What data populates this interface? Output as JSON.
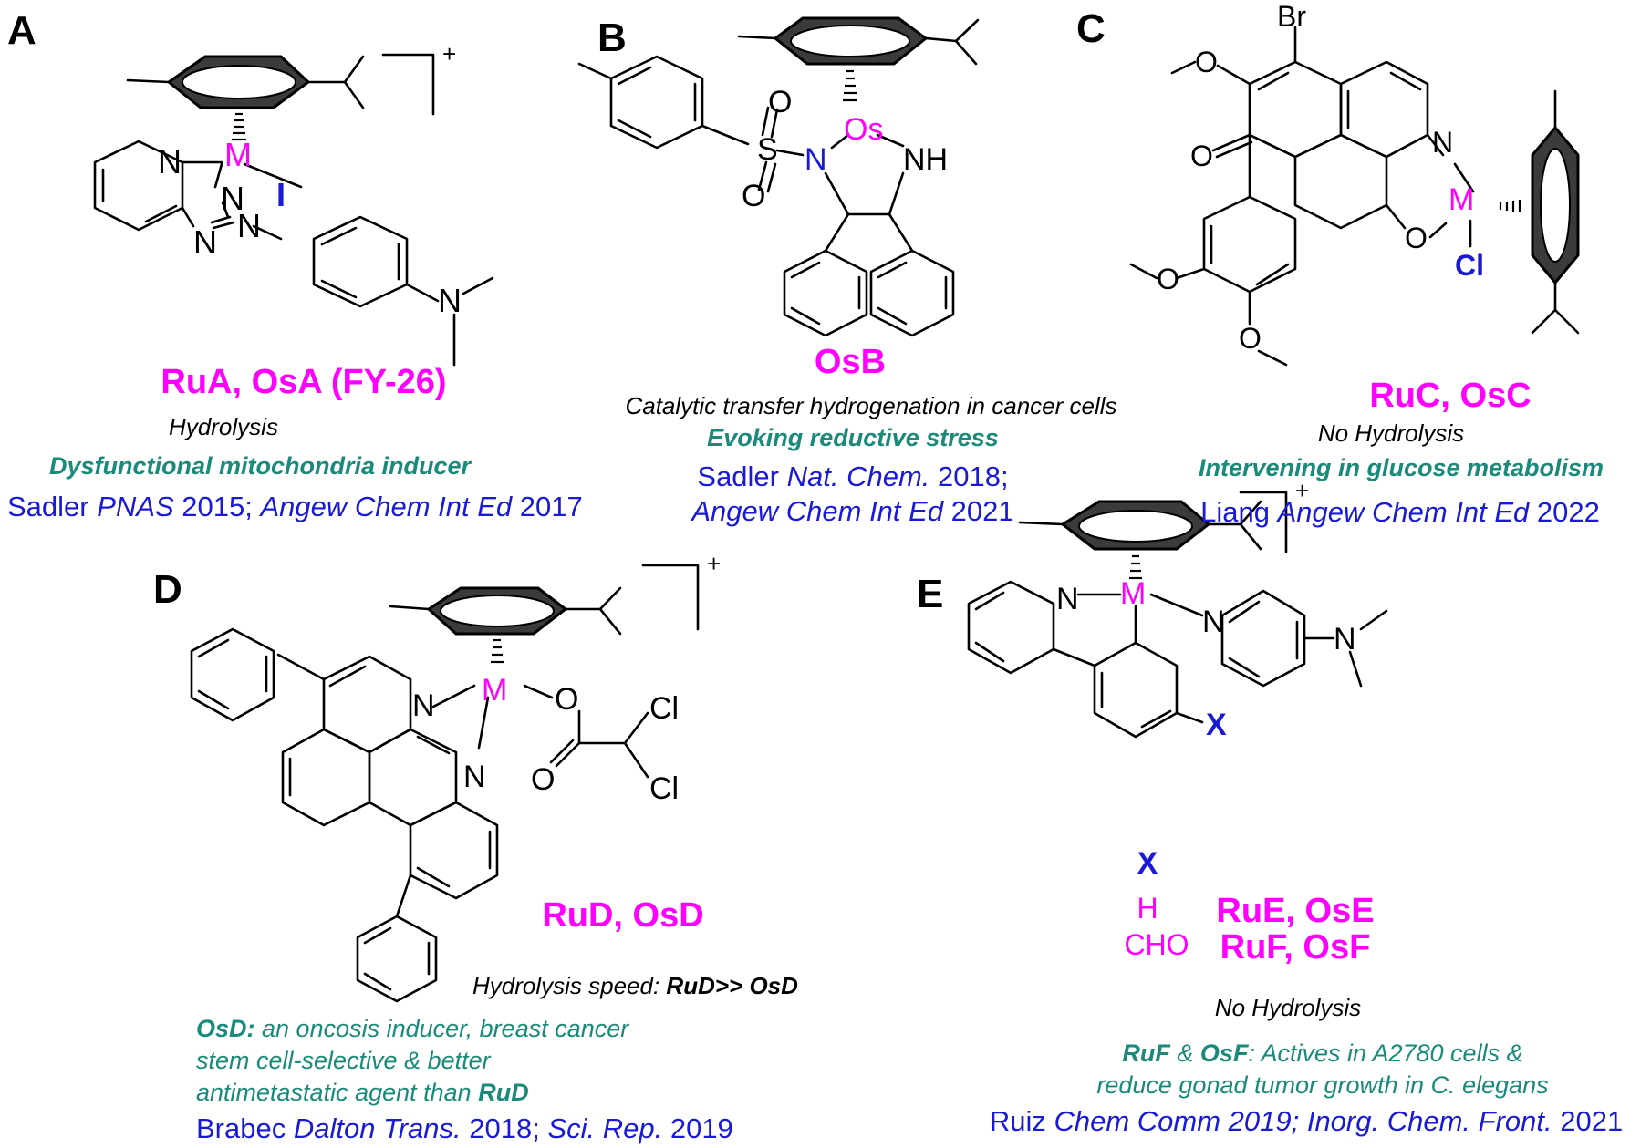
{
  "panels": {
    "A": {
      "letter": "A",
      "charge": "+",
      "name": "RuA, OsA (FY-26)",
      "note": "Hydrolysis",
      "mechanism": "Dysfunctional mitochondria inducer",
      "ref": {
        "p1": "Sadler ",
        "p2": "PNAS",
        "p3": " 2015; ",
        "p4": "Angew Chem Int Ed",
        "p5": " 2017"
      },
      "atoms": {
        "metal": "M",
        "iodide": "I",
        "n1": "N",
        "n2": "N",
        "n3": "N",
        "n4": "N",
        "n5": "N"
      }
    },
    "B": {
      "letter": "B",
      "name": "OsB",
      "note": "Catalytic transfer hydrogenation in cancer cells",
      "mechanism": "Evoking reductive stress",
      "ref_line1": {
        "p1": "Sadler ",
        "p2": "Nat. Chem.",
        "p3": " 2018;"
      },
      "ref_line2": {
        "p1": "Angew Chem Int Ed",
        "p2": " 2021"
      },
      "atoms": {
        "metal": "Os",
        "s": "S",
        "o1": "O",
        "o2": "O",
        "n": "N",
        "nh": "NH"
      }
    },
    "C": {
      "letter": "C",
      "name": "RuC, OsC",
      "note": "No Hydrolysis",
      "mechanism": "Intervening in glucose metabolism",
      "ref": {
        "p1": "Liang ",
        "p2": "Angew Chem Int Ed",
        "p3": " 2022"
      },
      "atoms": {
        "metal": "M",
        "br": "Br",
        "cl": "Cl",
        "n": "N",
        "o_bridge": "O",
        "o_keto": "O",
        "o_me1": "O",
        "o_me2": "O",
        "o_me3": "O"
      }
    },
    "D": {
      "letter": "D",
      "charge": "+",
      "name": "RuD, OsD",
      "note": {
        "p1": "Hydrolysis speed: ",
        "p2": "RuD>> OsD"
      },
      "mechanism_l1": {
        "p1": "OsD:",
        "p2": " an oncosis inducer, breast cancer"
      },
      "mechanism_l2": "stem cell-selective & better",
      "mechanism_l3": {
        "p1": "antimetastatic agent than ",
        "p2": "RuD"
      },
      "ref": {
        "p1": "Brabec ",
        "p2": "Dalton Trans.",
        "p3": " 2018; ",
        "p4": "Sci. Rep.",
        "p5": " 2019"
      },
      "atoms": {
        "metal": "M",
        "n1": "N",
        "n2": "N",
        "o1": "O",
        "o2": "O",
        "cl1": "Cl",
        "cl2": "Cl"
      }
    },
    "E": {
      "letter": "E",
      "charge": "+",
      "x_header": "X",
      "x_values": [
        "H",
        "CHO"
      ],
      "names": [
        "RuE, OsE",
        "RuF, OsF"
      ],
      "note": "No Hydrolysis",
      "mechanism_l1": {
        "p1": "RuF",
        "p2": " & ",
        "p3": "OsF",
        "p4": ": Actives in A2780 cells &"
      },
      "mechanism_l2": "reduce gonad tumor growth in C. elegans",
      "ref": {
        "p1": "Ruiz ",
        "p2": "Chem Comm 2019; Inorg. Chem. Front.",
        "p3": " 2021"
      },
      "atoms": {
        "metal": "M",
        "n1": "N",
        "n2": "N",
        "n3": "N",
        "x": "X"
      }
    }
  },
  "colors": {
    "metal": "#ff00ff",
    "heteroatom": "#1a1ad6",
    "mechanism": "#1a8a7a",
    "reference": "#1a1ad6"
  }
}
